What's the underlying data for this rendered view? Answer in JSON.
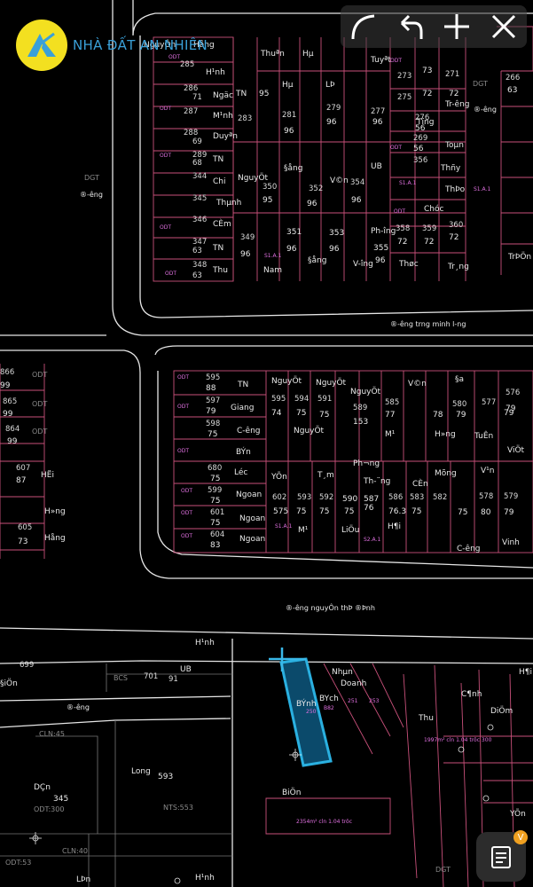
{
  "brand": {
    "name": "NHÀ ĐẤT AN NHIÊN"
  },
  "toolbar": {
    "icons": [
      "draw-arc-icon",
      "undo-icon",
      "add-icon",
      "close-icon"
    ]
  },
  "fab": {
    "icon": "clipboard-list-icon",
    "badge": "V"
  },
  "roads": {
    "r1": "®-êng tr­ng minh l-ng",
    "r2": "®-êng nguyÔn thÞ ®Þnh",
    "r3": "®-êng",
    "r4": "®-êng",
    "dgt1": "DGT",
    "dgt2": "DGT",
    "dgt3": "DGT"
  },
  "block1": {
    "names": [
      "NguyÔn",
      "H¹nh",
      "Ngäc",
      "M¹nh",
      "Duyªn",
      "TN",
      "Chi",
      "Thµnh",
      "CÈm",
      "TN",
      "Thu",
      "TN",
      "NguyÖt",
      "Thuªn",
      "Hµ",
      "Hµ",
      "LÞ",
      "§ång",
      "V©n",
      "UB",
      "Tuyªt",
      "Tr-êng",
      "Tïng",
      "Toµn",
      "Thñy",
      "ThÞo",
      "Chóc",
      "Ph-îng",
      "Nam",
      "§ång",
      "V-îng",
      "Thøc",
      "Tr¸ng"
    ],
    "nums": [
      "285",
      "286",
      "287",
      "288",
      "289",
      "344",
      "345",
      "346",
      "347",
      "348",
      "71",
      "69",
      "68",
      "63",
      "63",
      "283",
      "95",
      "281",
      "96",
      "279",
      "96",
      "277",
      "96",
      "350",
      "95",
      "352",
      "96",
      "354",
      "96",
      "351",
      "96",
      "353",
      "96",
      "355",
      "96",
      "349",
      "96",
      "273",
      "73",
      "271",
      "72",
      "275",
      "72",
      "276",
      "56",
      "269",
      "56",
      "356",
      "358",
      "359",
      "360",
      "72",
      "72",
      "72",
      "266",
      "63"
    ]
  },
  "block2": {
    "names": [
      "TN",
      "NguyÖt",
      "NguyÖt",
      "NguyÖt",
      "V©n",
      "§a",
      "Giang",
      "C-êng",
      "NguyÖt",
      "M¹",
      "H»ng",
      "TuÊn",
      "ViÖt",
      "BÝn",
      "Léc",
      "Ngoan",
      "Ngoan",
      "Ngoan",
      "YÕn",
      "T¸m",
      "M¹",
      "LiÖu",
      "H¶i",
      "Th-¨ng",
      "CÈn",
      "Mõng",
      "V¹n",
      "C-êng",
      "Vinh"
    ],
    "nums": [
      "595",
      "88",
      "597",
      "79",
      "598",
      "75",
      "680",
      "75",
      "599",
      "75",
      "601",
      "75",
      "604",
      "83",
      "595",
      "594",
      "591",
      "74",
      "75",
      "75",
      "589",
      "153",
      "585",
      "77",
      "580",
      "78",
      "577",
      "79",
      "576",
      "79",
      "602",
      "593",
      "592",
      "590",
      "587",
      "586",
      "583",
      "582",
      "578",
      "579",
      "575",
      "75",
      "75",
      "75",
      "76",
      "76.3",
      "75",
      "75",
      "80",
      "79",
      "79"
    ]
  },
  "block3": {
    "names": [
      "Nhµn",
      "Doanh",
      "BÝnh",
      "BYch",
      "Thu",
      "C¶nh",
      "DiÖm",
      "YÕn",
      "BiÖn",
      "Long",
      "DÇn",
      "H¹nh",
      "LÞn",
      "H¶i",
      "H»ng",
      "Hång",
      "§iÖn"
    ],
    "nums": [
      "701",
      "91",
      "593",
      "345",
      "699",
      "605",
      "73",
      "607",
      "87",
      "866",
      "99",
      "865",
      "99",
      "864",
      "99"
    ],
    "codes": [
      "BCS",
      "CLN:45",
      "ODT:300",
      "NTS:553",
      "ODT:53",
      "CLN:40",
      "UB"
    ]
  }
}
